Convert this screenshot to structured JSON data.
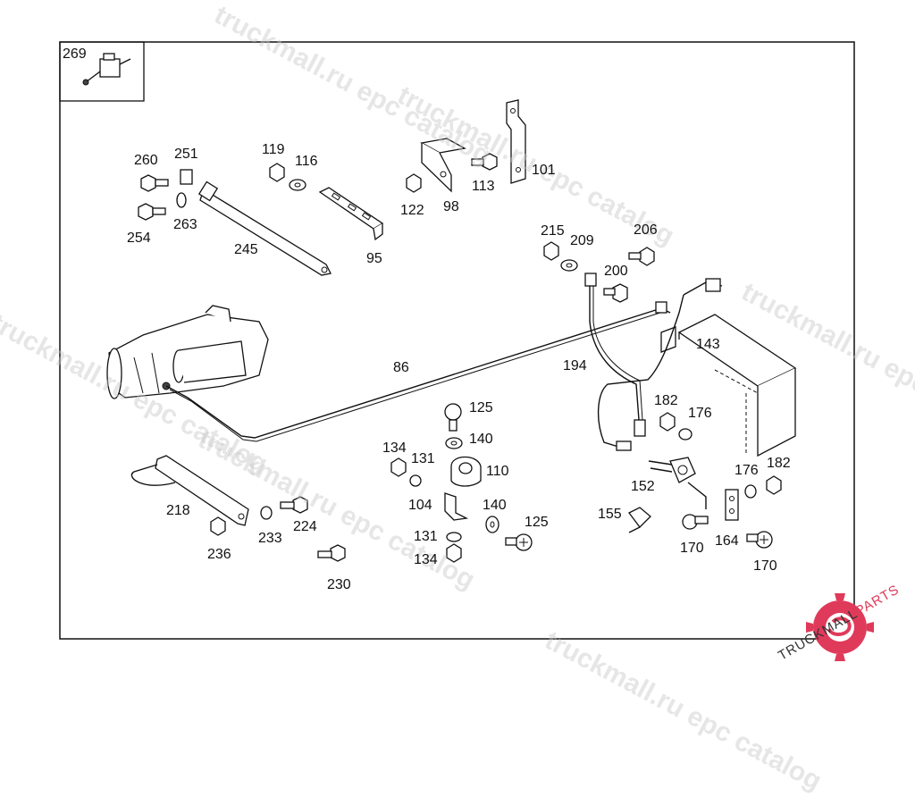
{
  "watermark": "truckmall.ru epc catalog",
  "logo": {
    "text": "TRUCKMALL",
    "accent": "PARTS",
    "color": "#e03a5a"
  },
  "labels": {
    "l269": "269",
    "l260": "260",
    "l251": "251",
    "l263": "263",
    "l254": "254",
    "l245": "245",
    "l119": "119",
    "l116": "116",
    "l95": "95",
    "l122": "122",
    "l98": "98",
    "l113": "113",
    "l101": "101",
    "l215": "215",
    "l209": "209",
    "l206": "206",
    "l200": "200",
    "l143": "143",
    "l86": "86",
    "l194": "194",
    "l182a": "182",
    "l176a": "176",
    "l125a": "125",
    "l140a": "140",
    "l134a": "134",
    "l131a": "131",
    "l110": "110",
    "l104": "104",
    "l140b": "140",
    "l125b": "125",
    "l131b": "131",
    "l134b": "134",
    "l152": "152",
    "l176b": "176",
    "l182b": "182",
    "l155": "155",
    "l170a": "170",
    "l164": "164",
    "l170b": "170",
    "l218": "218",
    "l236": "236",
    "l233": "233",
    "l224": "224",
    "l230": "230"
  }
}
